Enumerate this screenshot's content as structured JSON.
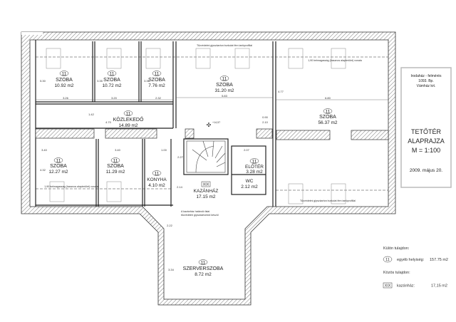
{
  "title_block": {
    "line1": "Irodaház - felmérés",
    "line2": "1093. Bp.",
    "line3": "Vámház krt.",
    "title1": "TETŐTÉR",
    "title2": "ALAPRAJZA",
    "scale": "M = 1:100",
    "date": "2009. május 20."
  },
  "rooms": {
    "szoba1": {
      "num": "11",
      "name": "SZOBA",
      "area": "10.92 m2"
    },
    "szoba2": {
      "num": "11",
      "name": "SZOBA",
      "area": "10.72 m2"
    },
    "szoba3": {
      "num": "11",
      "name": "SZOBA",
      "area": "7.76 m2"
    },
    "szoba4": {
      "num": "11",
      "name": "SZOBA",
      "area": "31.20 m2"
    },
    "szoba5": {
      "num": "11",
      "name": "SZOBA",
      "area": "56.37 m2"
    },
    "kozlekedo": {
      "num": "11",
      "name": "KÖZLEKEDŐ",
      "area": "14.89 m2"
    },
    "szoba6": {
      "num": "11",
      "name": "SZOBA",
      "area": "12.27 m2"
    },
    "szoba7": {
      "num": "11",
      "name": "SZOBA",
      "area": "11.29 m2"
    },
    "konyha": {
      "num": "11",
      "name": "KONYHA",
      "area": "4.10 m2"
    },
    "kazanhaz": {
      "num": "XIX",
      "name": "KAZÁNHÁZ",
      "area": "17.15 m2"
    },
    "eloter": {
      "num": "11",
      "name": "ELŐTÉR",
      "area": "3.28 m2"
    },
    "wc": {
      "name": "WC",
      "area": "2.12 m2"
    },
    "szerver": {
      "num": "11",
      "name": "SZERVERSZOBA",
      "area": "8.72 m2"
    }
  },
  "notes": {
    "fire_top": "Tűzvédelmi gipszkarton burkolat fém tartóprofillal",
    "fire_bottom": "Tűzvédelmi gipszkarton burkolat fém tartóprofillal",
    "height_right": "1,90 belmagasság (hasznos alapterület) vonala",
    "height_left": "1,90 belmagasság (hasznos alapterület) vonala",
    "boiler1": "A kazánház határoló falai",
    "boiler2": "tűzvédelmi gipszkartonból készül",
    "elevation": "+14,57"
  },
  "dimensions": [
    "3.26",
    "3.20",
    "2.32",
    "5.83",
    "6.80",
    "4.70",
    "1.42",
    "3.40",
    "3.40",
    "4.77",
    "5.30",
    "3.35",
    "3.36",
    "4.32",
    "2.14",
    "2.27",
    "3.34",
    "2.22",
    "2.07",
    "0.90",
    "2.10",
    "1.00"
  ],
  "legend": {
    "own_title": "Külön tulajdon:",
    "own_num": "11",
    "own_label": "egyéb helyiség:",
    "own_value": "157.75 m2",
    "common_title": "Közös tulajdon:",
    "common_num": "XIX",
    "common_label": "kazánház:",
    "common_value": "17,15 m2"
  }
}
